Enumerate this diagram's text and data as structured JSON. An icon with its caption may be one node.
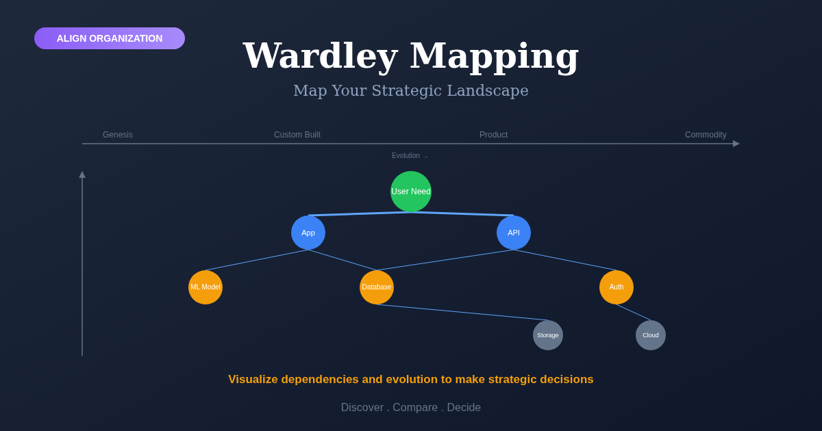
{
  "diagram": {
    "title": "Wardley Mapping",
    "nodes": [
      {
        "text": [
          "ALIGN ORGANIZATION"
        ]
      },
      {
        "text": [
          "User Need"
        ]
      },
      {
        "text": [
          "App"
        ]
      },
      {
        "text": [
          "API"
        ]
      },
      {
        "text": [
          "ML Model"
        ]
      },
      {
        "text": [
          "Database"
        ]
      },
      {
        "text": [
          "Auth"
        ]
      },
      {
        "text": [
          "Storage"
        ]
      },
      {
        "text": [
          "Cloud"
        ]
      }
    ],
    "edges": [
      {
        "from": 1,
        "to": 2,
        "arrow": "none",
        "style": "thick"
      },
      {
        "from": 1,
        "to": 3,
        "arrow": "none",
        "style": "thick"
      },
      {
        "from": 2,
        "to": 4,
        "arrow": "none"
      },
      {
        "from": 2,
        "to": 5,
        "arrow": "none"
      },
      {
        "from": 3,
        "to": 5,
        "arrow": "none"
      },
      {
        "from": 3,
        "to": 6,
        "arrow": "none"
      },
      {
        "from": 5,
        "to": 7,
        "arrow": "none"
      },
      {
        "from": 6,
        "to": 8,
        "arrow": "none"
      }
    ],
    "labels": [
      "Map Your Strategic Landscape",
      "Genesis",
      "Custom Built",
      "Product",
      "Commodity",
      "Evolution →",
      "Visualize dependencies and evolution to make strategic decisions",
      "Discover . Compare . Decide"
    ]
  }
}
